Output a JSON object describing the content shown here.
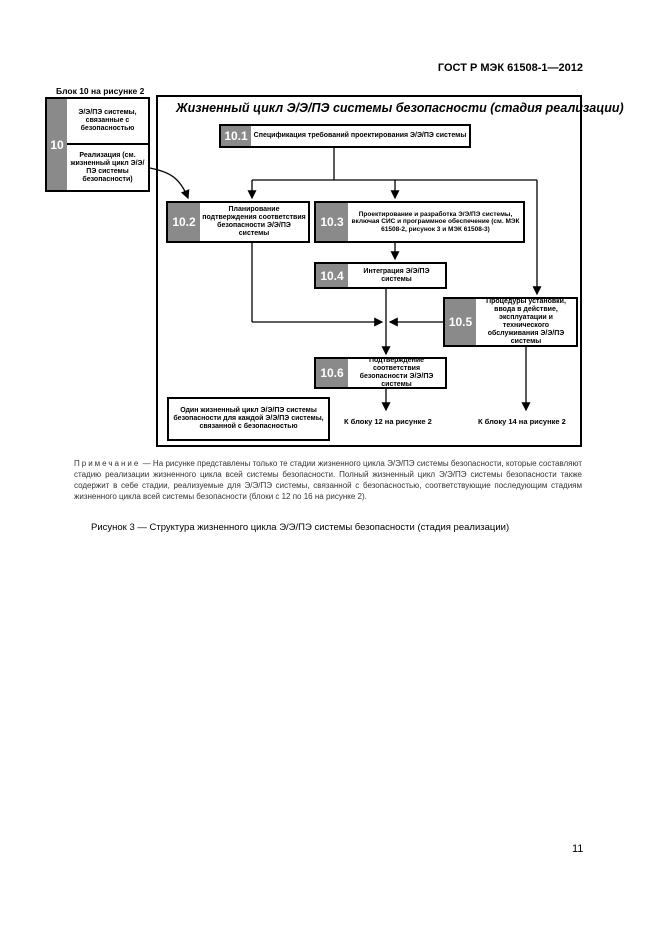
{
  "header": {
    "standard": "ГОСТ Р МЭК 61508-1—2012"
  },
  "block10": {
    "caption": "Блок 10 на рисунке 2",
    "number": "10",
    "top_text": "Э/Э/ПЭ системы, связанные с безопасностью",
    "bottom_text": "Реализация (см. жизненный цикл Э/Э/ПЭ системы безопасности)"
  },
  "frame": {
    "title": "Жизненный цикл Э/Э/ПЭ системы безопасности (стадия реализации)"
  },
  "boxes": {
    "b10_1": {
      "num": "10.1",
      "text": "Спецификация требований проектирования Э/Э/ПЭ системы"
    },
    "b10_2": {
      "num": "10.2",
      "text": "Планирование подтверждения соответствия безопасности Э/Э/ПЭ системы"
    },
    "b10_3": {
      "num": "10.3",
      "text": "Проектирование и разработка Э/Э/ПЭ системы, включая СИС и программное обеспечение (см. МЭК 61508-2, рисунок 3 и МЭК 61508-3)"
    },
    "b10_4": {
      "num": "10.4",
      "text": "Интеграция Э/Э/ПЭ системы"
    },
    "b10_5": {
      "num": "10.5",
      "text": "Процедуры установки, ввода в действие, эксплуатации и технического обслуживания Э/Э/ПЭ системы"
    },
    "b10_6": {
      "num": "10.6",
      "text": "Подтверждение соответствия безопасности Э/Э/ПЭ системы"
    },
    "legend": {
      "text": "Один жизненный цикл Э/Э/ПЭ системы безопасности для каждой Э/Э/ПЭ системы, связанной с безопасностью"
    }
  },
  "outputs": {
    "to_block12": "К блоку 12 на рисунке 2",
    "to_block14": "К блоку 14 на рисунке 2"
  },
  "note": {
    "label": "Примечание",
    "text": "— На рисунке представлены только те стадии жизненного цикла Э/Э/ПЭ системы безопасности, которые составляют стадию реализации жизненного цикла всей системы безопасности. Полный жизненный цикл Э/Э/ПЭ системы безопасности также содержит в себе стадии, реализуемые для Э/Э/ПЭ системы, связанной с безопасностью, соответствующие последующим стадиям жизненного цикла всей системы безопасности (блоки с 12 по 16 на рисунке 2)."
  },
  "caption": "Рисунок 3 — Структура жизненного цикла Э/Э/ПЭ системы безопасности (стадия реализации)",
  "page_number": "11"
}
